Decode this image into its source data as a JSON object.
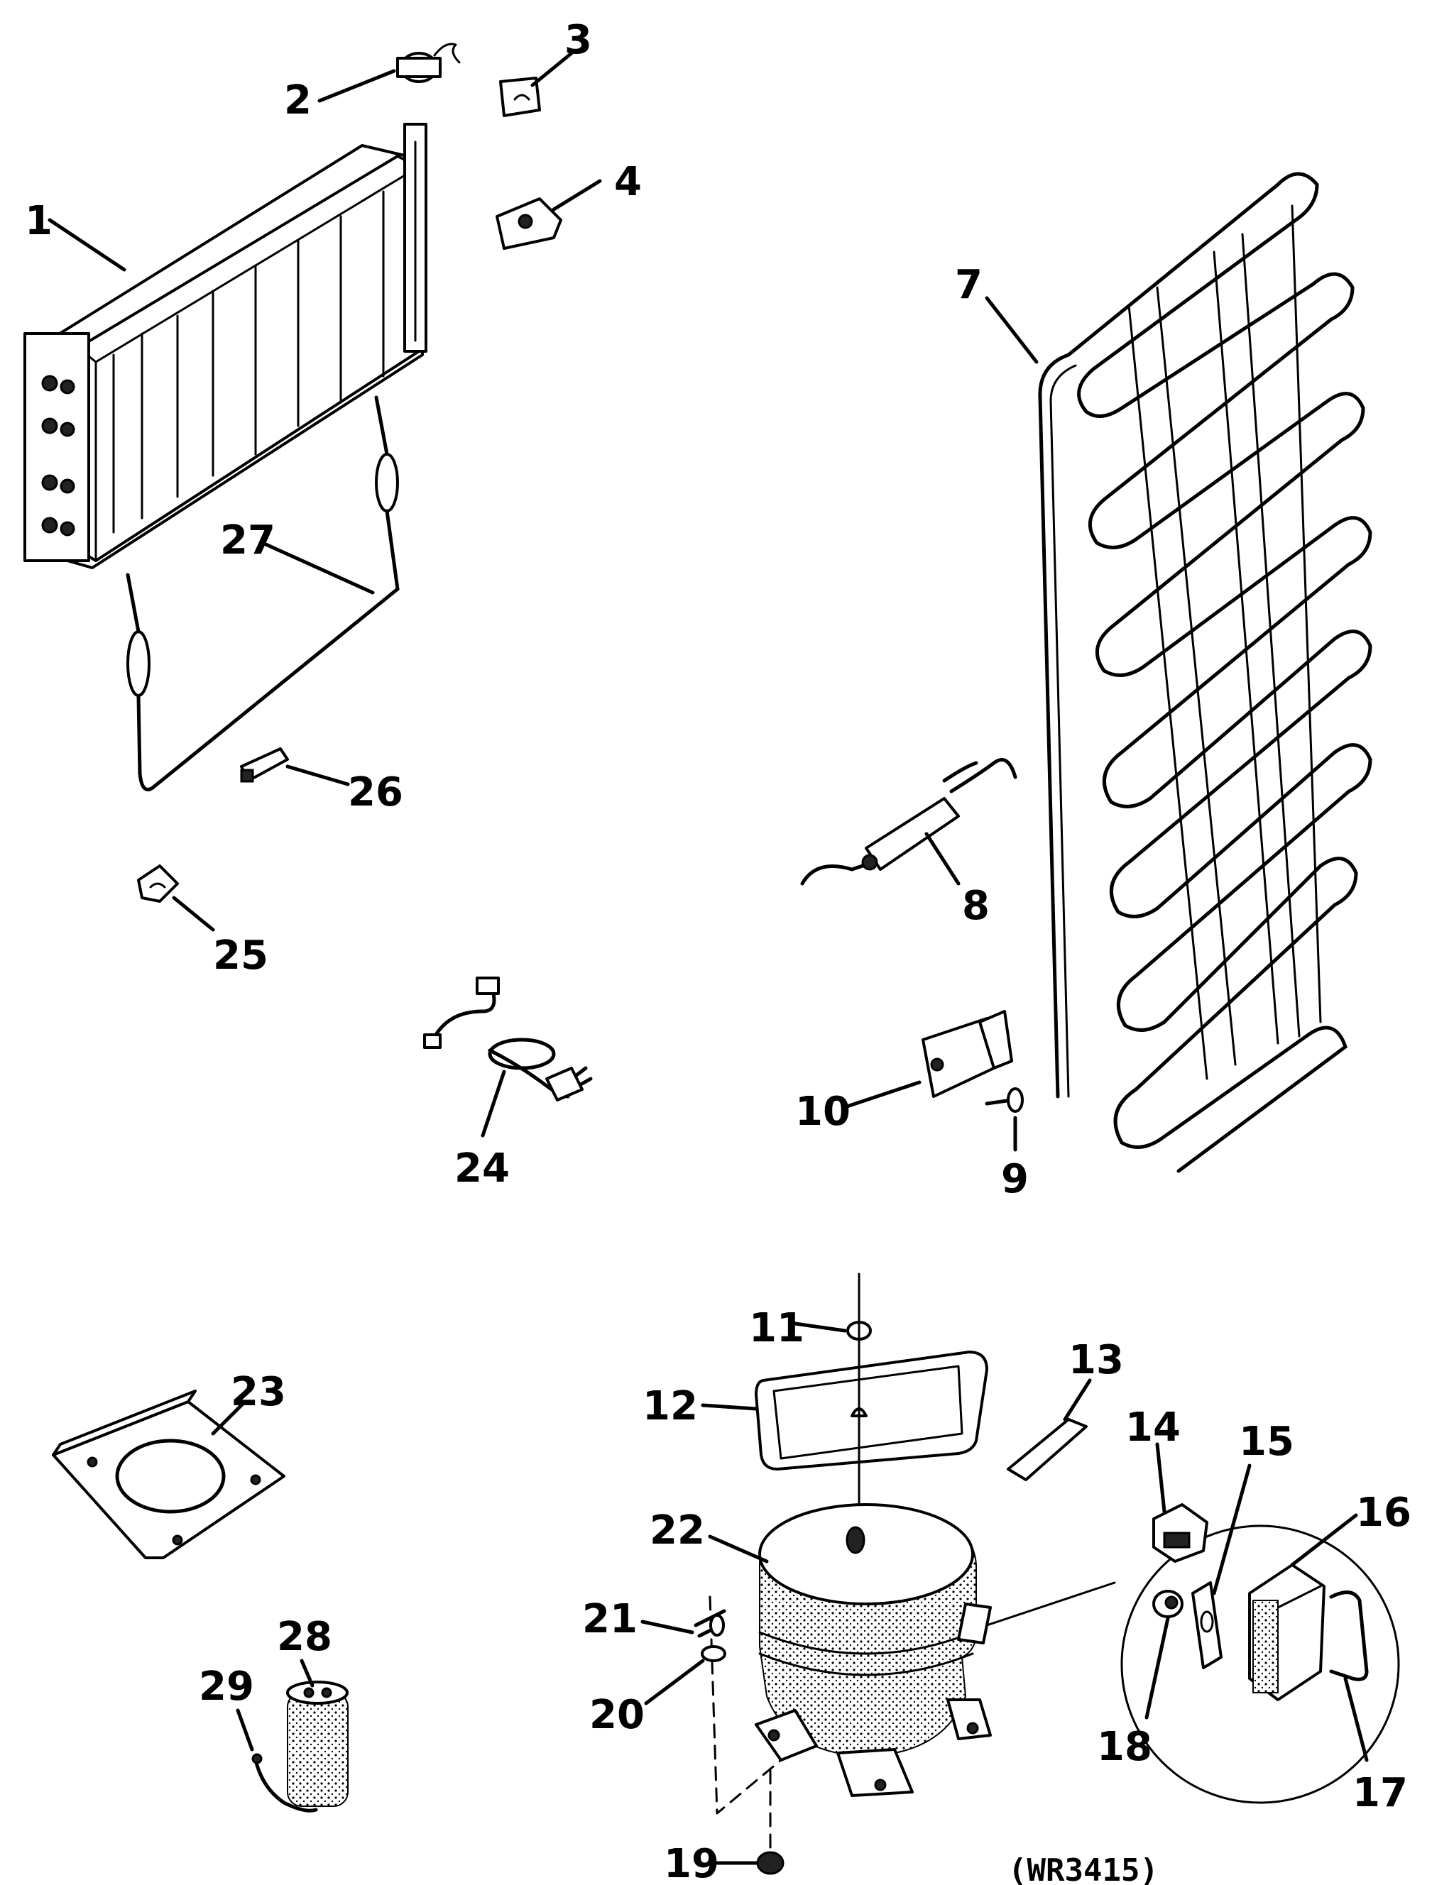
{
  "figure_code": "(WR3415)",
  "callouts": [
    {
      "id": "1",
      "text": "1"
    },
    {
      "id": "2",
      "text": "2"
    },
    {
      "id": "3",
      "text": "3"
    },
    {
      "id": "4",
      "text": "4"
    },
    {
      "id": "7",
      "text": "7"
    },
    {
      "id": "8",
      "text": "8"
    },
    {
      "id": "9",
      "text": "9"
    },
    {
      "id": "10",
      "text": "10"
    },
    {
      "id": "11",
      "text": "11"
    },
    {
      "id": "12",
      "text": "12"
    },
    {
      "id": "13",
      "text": "13"
    },
    {
      "id": "14",
      "text": "14"
    },
    {
      "id": "15",
      "text": "15"
    },
    {
      "id": "16",
      "text": "16"
    },
    {
      "id": "17",
      "text": "17"
    },
    {
      "id": "18",
      "text": "18"
    },
    {
      "id": "19",
      "text": "19"
    },
    {
      "id": "20",
      "text": "20"
    },
    {
      "id": "21",
      "text": "21"
    },
    {
      "id": "22",
      "text": "22"
    },
    {
      "id": "23",
      "text": "23"
    },
    {
      "id": "24",
      "text": "24"
    },
    {
      "id": "25",
      "text": "25"
    },
    {
      "id": "26",
      "text": "26"
    },
    {
      "id": "27",
      "text": "27"
    },
    {
      "id": "28",
      "text": "28"
    },
    {
      "id": "29",
      "text": "29"
    }
  ]
}
